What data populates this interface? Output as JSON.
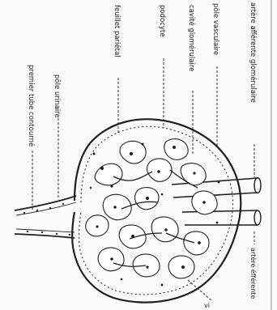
{
  "diagram": {
    "labels": {
      "afferent_artery": "artère afférente glomérulaire",
      "vascular_pole": "pôle vasculaire",
      "glomerular_cavity": "cavité glomérulaire",
      "podocyte": "podocyte",
      "parietal_layer": "feuillet pariétal",
      "urinary_pole": "pôle urinaire",
      "proximal_tubule": "premier tube contourné",
      "efferent_artery": "artère éfférente",
      "bottom_partial": "vi"
    }
  }
}
